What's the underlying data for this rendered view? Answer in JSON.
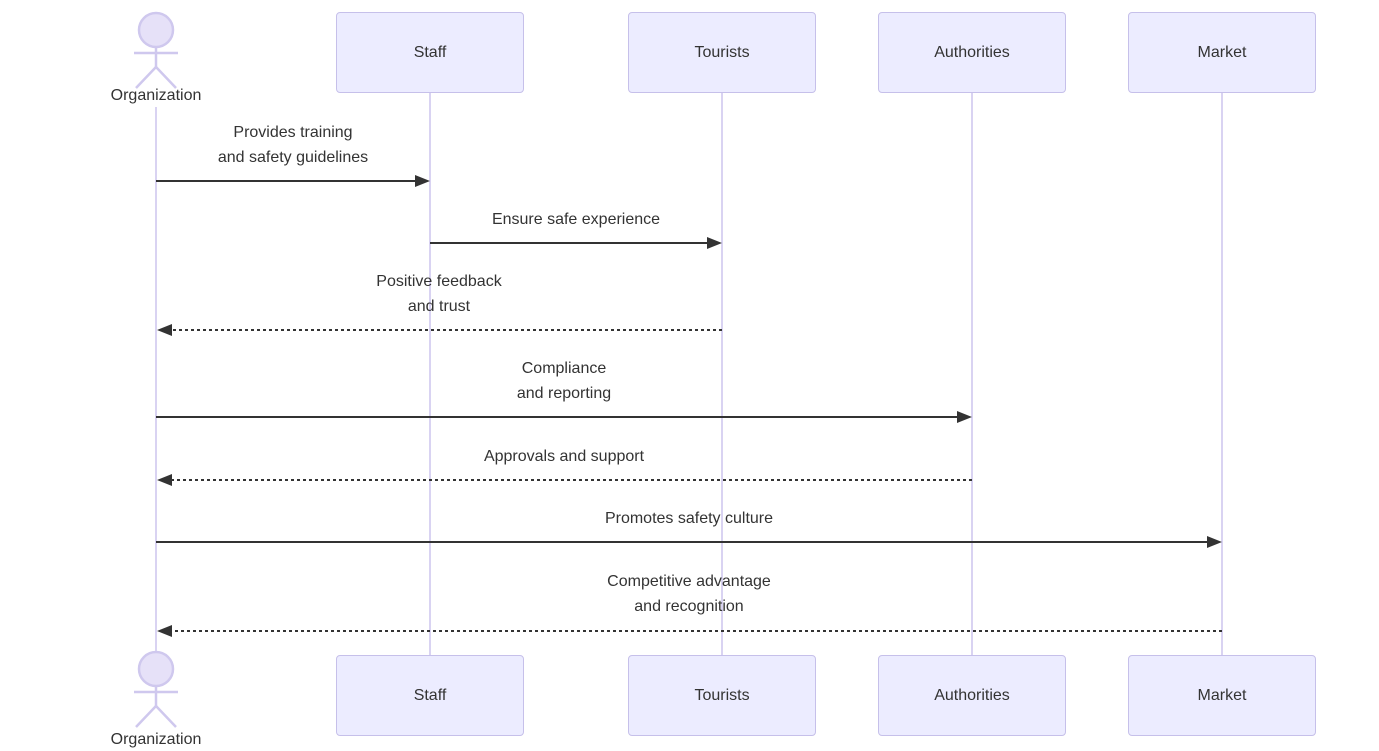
{
  "diagram": {
    "type": "sequence",
    "background": "#ffffff",
    "colors": {
      "participant_fill": "#ECECFF",
      "participant_border": "#C6C0EA",
      "lifeline": "#D9D3F2",
      "actor_stroke": "#CFC8EE",
      "actor_head_fill": "#E6E1F8",
      "message_line": "#333333",
      "text": "#333333"
    },
    "actor": {
      "label": "Organization"
    },
    "participants": [
      {
        "label": "Staff"
      },
      {
        "label": "Tourists"
      },
      {
        "label": "Authorities"
      },
      {
        "label": "Market"
      }
    ],
    "messages": [
      {
        "from": "Organization",
        "to": "Staff",
        "label": "Provides training\nand safety guidelines",
        "style": "solid"
      },
      {
        "from": "Staff",
        "to": "Tourists",
        "label": "Ensure safe experience",
        "style": "solid"
      },
      {
        "from": "Tourists",
        "to": "Organization",
        "label": "Positive feedback\nand trust",
        "style": "dashed"
      },
      {
        "from": "Organization",
        "to": "Authorities",
        "label": "Compliance\nand reporting",
        "style": "solid"
      },
      {
        "from": "Authorities",
        "to": "Organization",
        "label": "Approvals and support",
        "style": "dashed"
      },
      {
        "from": "Organization",
        "to": "Market",
        "label": "Promotes safety culture",
        "style": "solid"
      },
      {
        "from": "Market",
        "to": "Organization",
        "label": "Competitive advantage\nand recognition",
        "style": "dashed"
      }
    ]
  }
}
